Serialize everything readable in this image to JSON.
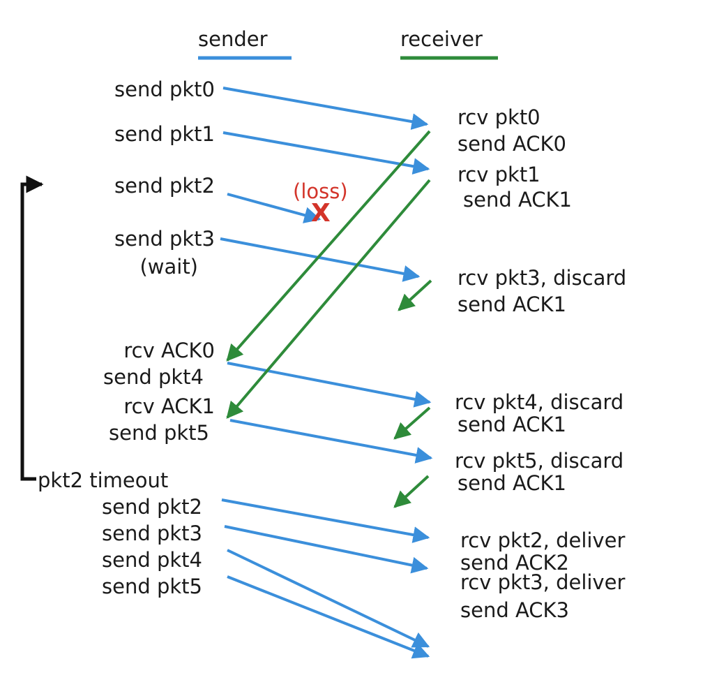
{
  "headers": {
    "sender": "sender",
    "receiver": "receiver"
  },
  "colors": {
    "sender": "#3b8fdb",
    "receiver": "#2e8b3a",
    "loss": "#d3342a",
    "timer": "#111111"
  },
  "sender_events": [
    "send pkt0",
    "send pkt1",
    "send pkt2",
    "send pkt3",
    "(wait)",
    "rcv ACK0",
    "send pkt4",
    "rcv ACK1",
    "send pkt5",
    "pkt2 timeout",
    "send pkt2",
    "send pkt3",
    "send pkt4",
    "send pkt5"
  ],
  "receiver_events": [
    "rcv pkt0",
    "send ACK0",
    "rcv pkt1",
    "send ACK1",
    "rcv pkt3, discard",
    "send ACK1",
    "rcv pkt4, discard",
    "send ACK1",
    "rcv pkt5, discard",
    "send ACK1",
    "rcv pkt2, deliver",
    "send ACK2",
    "rcv pkt3, deliver",
    "send ACK3"
  ],
  "loss": {
    "label": "(loss)",
    "mark": "X"
  }
}
